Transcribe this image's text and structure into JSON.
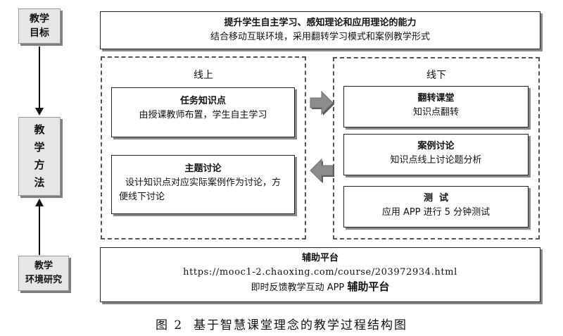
{
  "goal_label": [
    "教学",
    "目标"
  ],
  "method_label": [
    "教",
    "学",
    "方",
    "法"
  ],
  "env_label": [
    "教学",
    "环境研究"
  ],
  "top_box": {
    "title": "提升学生自主学习、感知理论和应用理论的能力",
    "desc": "结合移动互联环境，采用翻转学习模式和案例教学形式"
  },
  "online": {
    "label": "线上",
    "task": {
      "title": "任务知识点",
      "desc": "由授课教师布置，学生自主学习"
    },
    "topic": {
      "title": "主题讨论",
      "desc_line1": "设计知识点对应实际案例作为讨论，方",
      "desc_line2": "便线下讨论"
    }
  },
  "offline": {
    "label": "线下",
    "flip": {
      "title": "翻转课堂",
      "desc": "知识点翻转"
    },
    "case": {
      "title": "案例讨论",
      "desc": "知识点线上讨论题分析"
    },
    "test": {
      "title": "测  试",
      "desc": "应用 APP 进行 5 分钟测试"
    }
  },
  "bottom_box": {
    "title": "辅助平台",
    "url": "https://mooc1-2.chaoxing.com/course/203972934.html",
    "desc_prefix": "即时反馈教学互动 APP ",
    "desc_emph": "辅助平台"
  },
  "caption": "图 2  基于智慧课堂理念的教学过程结构图",
  "colors": {
    "label_bg": "#e6e6e6",
    "arrow_gray": "#8c8c8c",
    "border": "#222222"
  }
}
